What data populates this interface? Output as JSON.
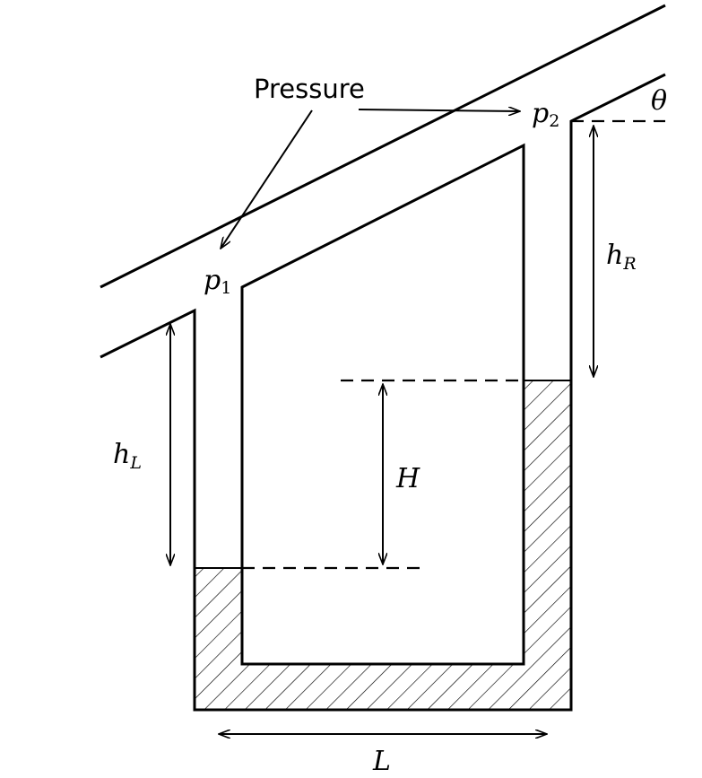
{
  "labels": {
    "pressure": "Pressure",
    "p1": {
      "base": "p",
      "sub": "1"
    },
    "p2": {
      "base": "p",
      "sub": "2"
    },
    "theta": "θ",
    "hR": {
      "base": "h",
      "sub": "R"
    },
    "hL": {
      "base": "h",
      "sub": "L"
    },
    "H": "H",
    "L": "L"
  }
}
